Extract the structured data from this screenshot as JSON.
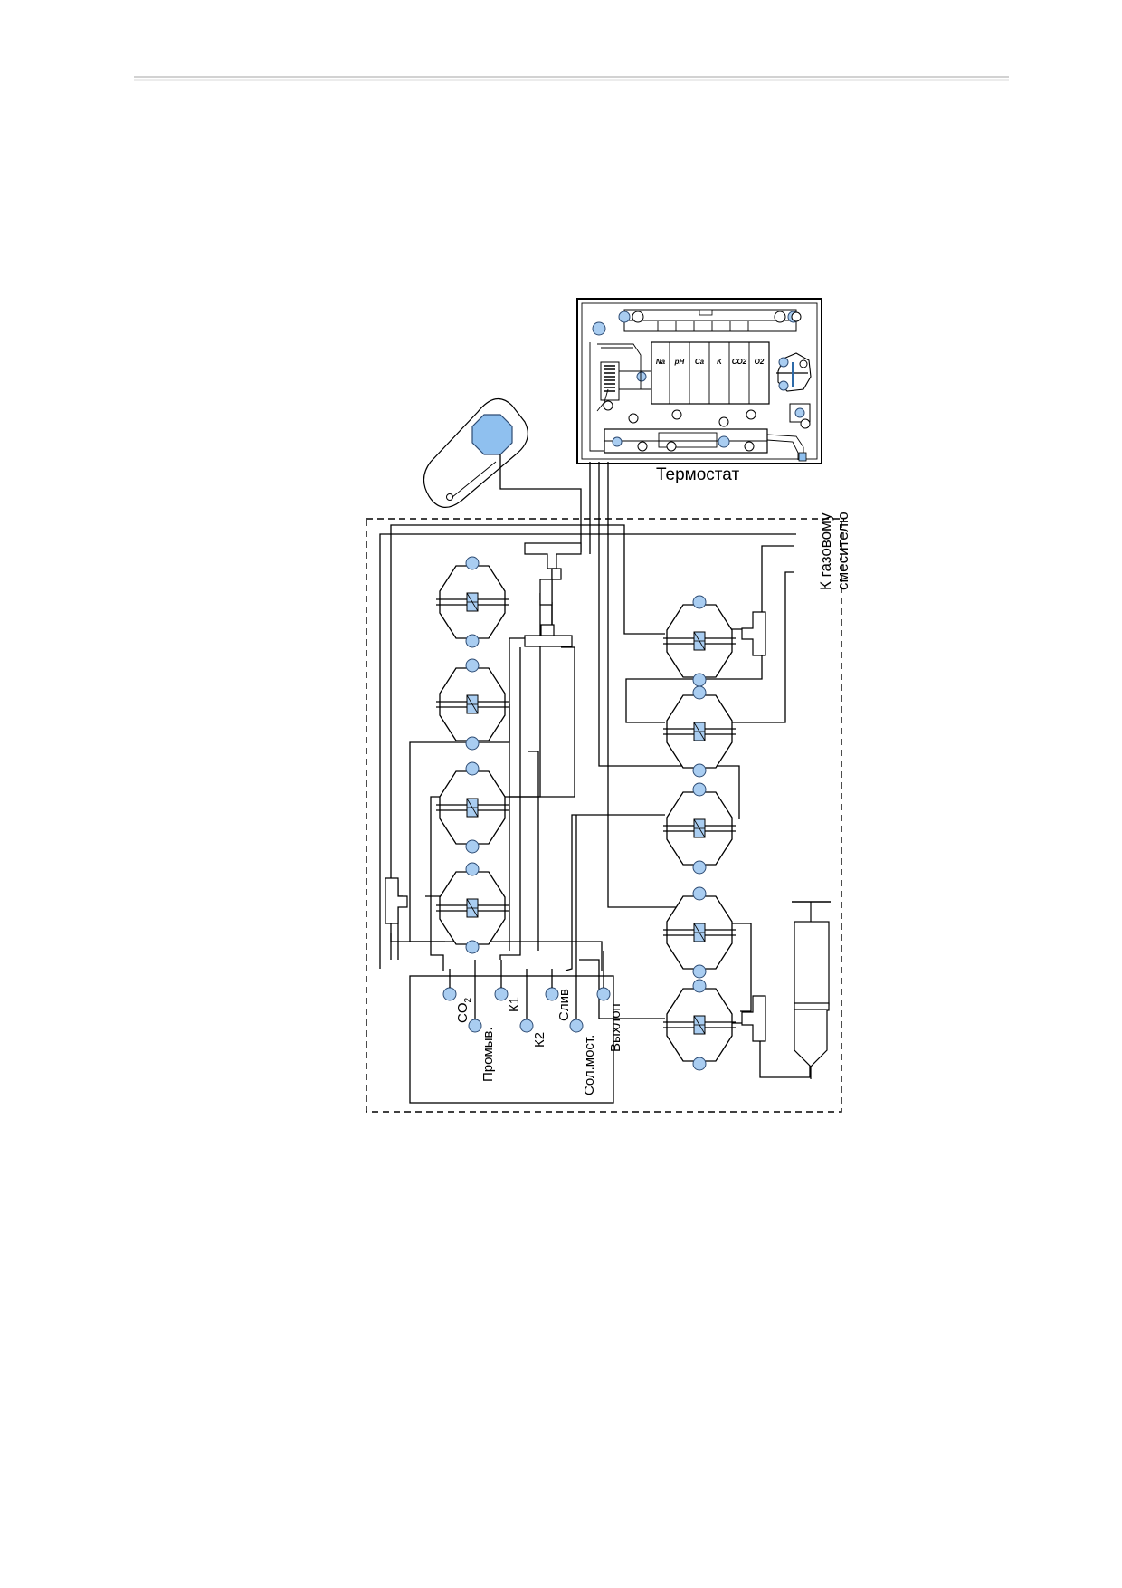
{
  "labels": {
    "thermostat": "Термостат",
    "gas_mixer_line1": "К газовому",
    "gas_mixer_line2": "смесителю"
  },
  "electrodes": [
    "Na",
    "pH",
    "Ca",
    "K",
    "CO2",
    "O2"
  ],
  "bottom_ports": {
    "co2": "CO",
    "co2_sub": "2",
    "k1": "К1",
    "sliv": "Слив",
    "vyhlop": "Выхлоп",
    "promyv": "Промыв.",
    "k2": "К2",
    "sol_most": "Сол.мост."
  },
  "colors": {
    "port_fill": "#a9cdf1",
    "pump_fill": "#8fc0ef",
    "line": "#000000"
  }
}
